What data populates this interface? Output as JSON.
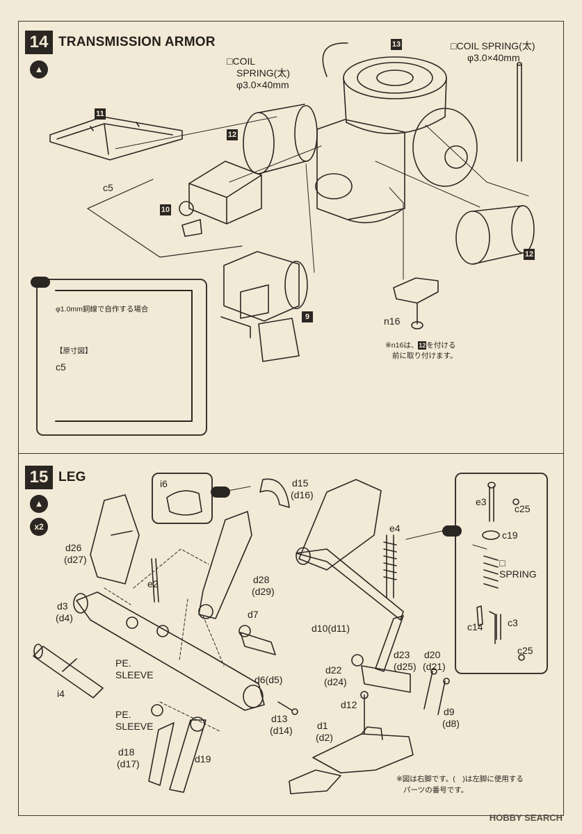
{
  "step14": {
    "number": "14",
    "title": "TRANSMISSION ARMOR",
    "spring_left": {
      "line1": "□COIL",
      "line2": "SPRING(太)",
      "line3": "φ3.0×40mm"
    },
    "spring_right": {
      "line1": "□COIL SPRING(太)",
      "line2": "φ3.0×40mm"
    },
    "parts": {
      "p11": "11",
      "p12a": "12",
      "p12b": "12",
      "p13": "13",
      "p10": "10",
      "p9": "9",
      "c5": "c5",
      "n16": "n16"
    },
    "inset": {
      "note": "φ1.0mm銅線で自作する場合",
      "template_label": "【原寸図】",
      "part": "c5"
    },
    "note_line1": "※n16は、",
    "note_tag": "12",
    "note_line1b": "を付ける",
    "note_line2": "前に取り付けます。"
  },
  "step15": {
    "number": "15",
    "title": "LEG",
    "multiplier": "x2",
    "labels": {
      "i6": "i6",
      "d15": "d15",
      "d16": "(d16)",
      "e3": "e3",
      "c25a": "c25",
      "c19": "c19",
      "spring_box": "□",
      "spring": "SPRING",
      "c14": "c14",
      "c3": "c3",
      "c25b": "c25",
      "e4": "e4",
      "d26": "d26",
      "d27": "(d27)",
      "e2": "e2",
      "d28": "d28",
      "d29": "(d29)",
      "d3": "d3",
      "d4": "(d4)",
      "d7": "d7",
      "d10": "d10(d11)",
      "pe1a": "PE.",
      "pe1b": "SLEEVE",
      "d22": "d22",
      "d24": "(d24)",
      "d23": "d23",
      "d25": "(d25)",
      "d20": "d20",
      "d21": "(d21)",
      "i4": "i4",
      "d6": "d6(d5)",
      "d12": "d12",
      "d9": "d9",
      "d8": "(d8)",
      "d13": "d13",
      "d14": "(d14)",
      "pe2a": "PE.",
      "pe2b": "SLEEVE",
      "d1": "d1",
      "d2": "(d2)",
      "d18": "d18",
      "d17": "(d17)",
      "d19": "d19"
    },
    "footnote_line1": "※図は右脚です。(　)は左脚に使用する",
    "footnote_line2": "パーツの番号です。"
  },
  "watermark": "HOBBY SEARCH"
}
